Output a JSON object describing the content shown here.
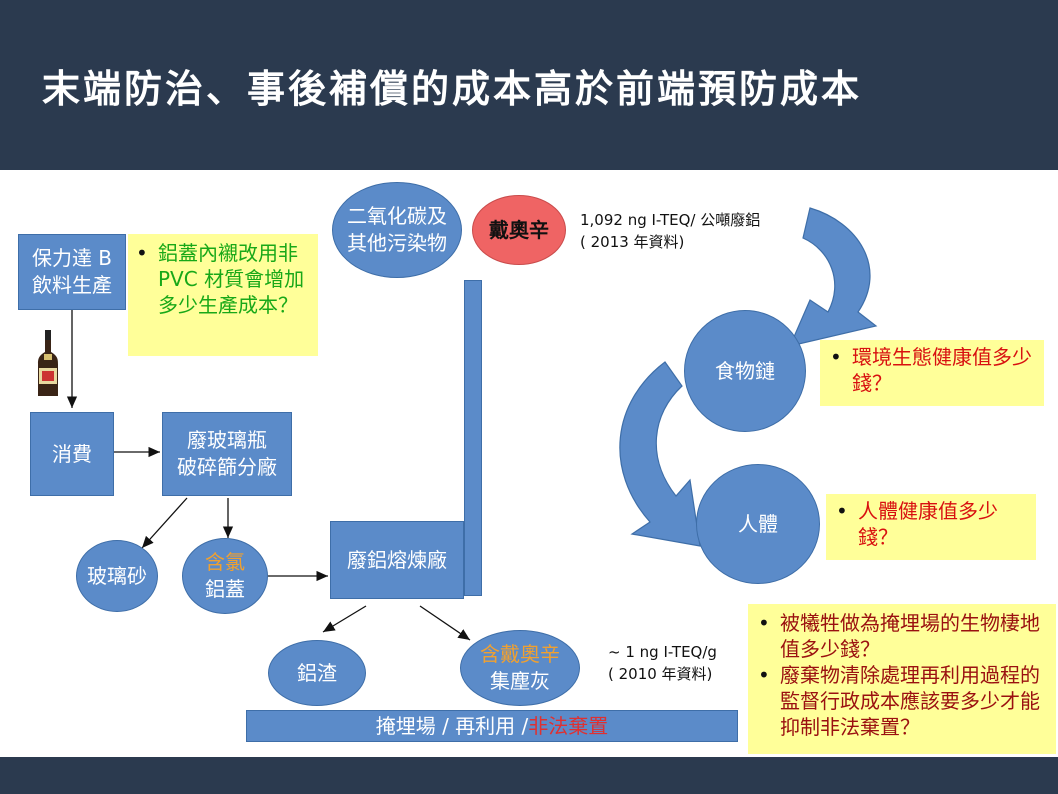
{
  "title": "末端防治、事後補償的成本高於前端預防成本",
  "nodes": {
    "poliday": [
      "保力達 B",
      "飲料生產"
    ],
    "consume": "消費",
    "glass_plant": [
      "廢玻璃瓶",
      "破碎篩分廠"
    ],
    "glass_sand": "玻璃砂",
    "chlorine_cap": [
      "含氯",
      "鋁蓋"
    ],
    "smelter": "廢鋁熔煉廠",
    "co2": [
      "二氧化碳及",
      "其他污染物"
    ],
    "dioxin": "戴奧辛",
    "slag": "鋁渣",
    "dust": [
      "含戴奧辛",
      "集塵灰"
    ],
    "food_chain": "食物鏈",
    "human": "人體"
  },
  "bottom_bar": {
    "part1": "掩埋場 / 再利用 / ",
    "part2": "非法棄置"
  },
  "notes": {
    "liner": "鋁蓋內襯改用非 PVC 材質會增加多少生產成本？",
    "eco": "環境生態健康值多少錢？",
    "health": "人體健康值多少錢？",
    "landfill_1": "被犧牲做為掩埋場的生物棲地值多少錢？",
    "landfill_2": "廢棄物清除處理再利用過程的監督行政成本應該要多少才能抑制非法棄置？"
  },
  "measurements": {
    "dioxin_1": "1,092 ng I-TEQ/ 公噸廢鋁",
    "dioxin_1_year": "( 2013 年資料)",
    "dioxin_2": "~ 1 ng I-TEQ/g",
    "dioxin_2_year": "( 2010 年資料)"
  },
  "colors": {
    "header": "#2b3a4f",
    "node_fill": "#5b8bc9",
    "dioxin_fill": "#ef6464",
    "note_fill": "#ffff99",
    "highlight_orange": "#f0a030"
  },
  "icons": [
    "bottle-icon"
  ]
}
